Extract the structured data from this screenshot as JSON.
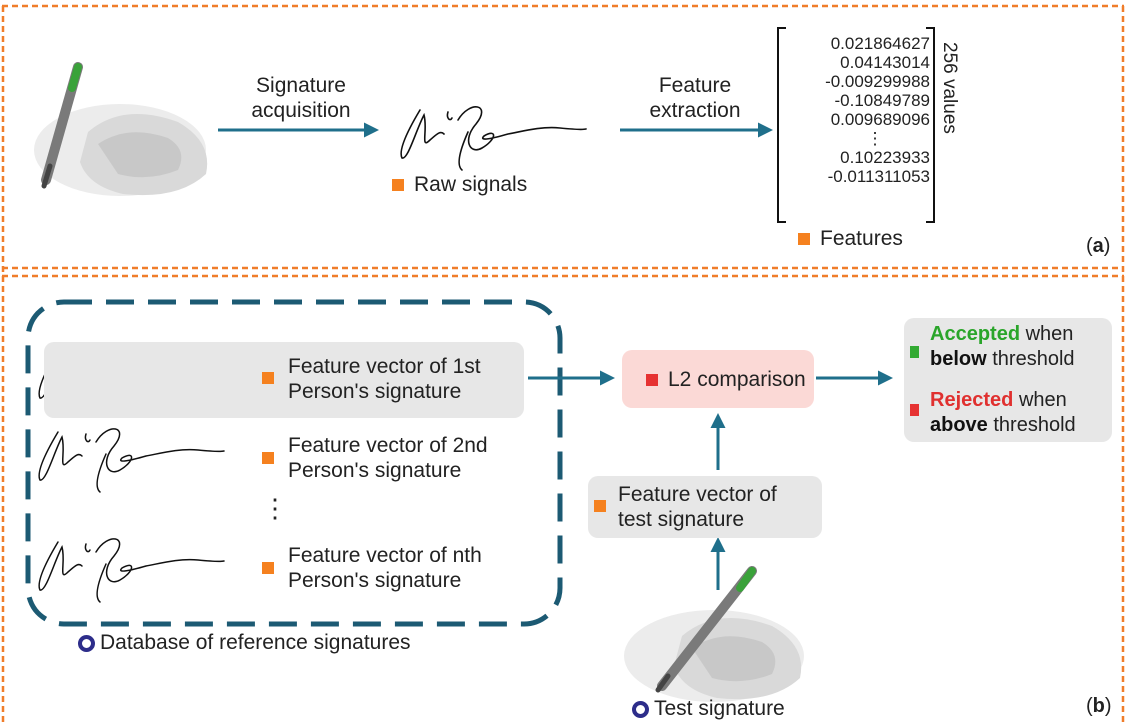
{
  "panel_a": {
    "tag": "(a)",
    "arrow1_label": [
      "Signature",
      "acquisition"
    ],
    "arrow2_label": [
      "Feature",
      "extraction"
    ],
    "raw_signals": "Raw signals",
    "features": "Features",
    "vector_values": [
      "0.021864627",
      "0.04143014",
      "-0.009299988",
      "-0.10849789",
      "0.009689096",
      "⋮",
      "0.10223933",
      "-0.011311053"
    ],
    "vector_size": "256 values"
  },
  "panel_b": {
    "tag": "(b)",
    "db_rows": [
      {
        "line1": "Feature vector of 1st",
        "line2": "Person's signature"
      },
      {
        "line1": "Feature vector of 2nd",
        "line2": "Person's signature"
      },
      {
        "line1": "Feature vector of nth",
        "line2": "Person's signature"
      }
    ],
    "db_ellipsis": "⋮",
    "db_caption": "Database of reference signatures",
    "comparison": "L2 comparison",
    "test_vector": [
      "Feature vector of",
      "test signature"
    ],
    "test_caption": "Test signature",
    "decision": {
      "accepted_word": "Accepted",
      "accepted_rest": "when",
      "below_word": "below",
      "below_rest": "threshold",
      "rejected_word": "Rejected",
      "rejected_rest": "when",
      "above_word": "above",
      "above_rest": "threshold"
    }
  },
  "colors": {
    "border_dash": "#f07d2a",
    "arrow": "#1f6f8b",
    "db_dash": "#1c5a73",
    "bullet_orange": "#f5811f",
    "bullet_red": "#e63232",
    "bullet_green": "#33aa33",
    "comparison_box": "#fbd9d6",
    "grey_box": "#e7e7e7"
  }
}
